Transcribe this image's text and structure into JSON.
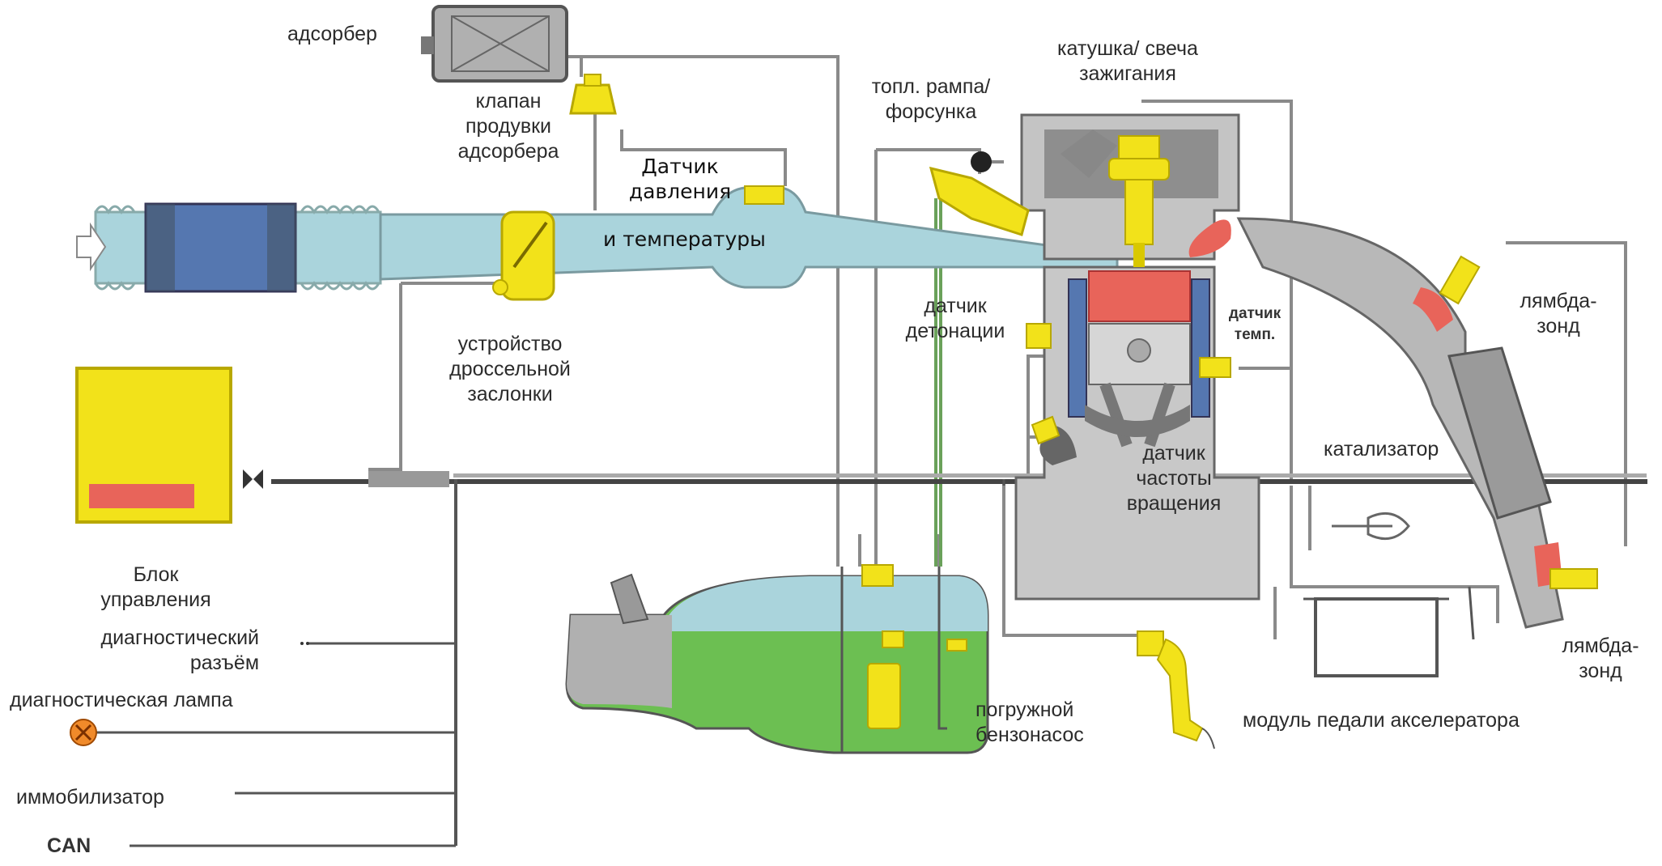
{
  "labels": {
    "adsorber": "адсорбер",
    "purge_valve": "клапан\nпродувки\nадсорбера",
    "pressure_sensor_top": "Датчик\nдавления",
    "pressure_sensor_bottom": "и температуры",
    "fuel_rail": "топл. рампа/\nфорсунка",
    "coil": "катушка/ свеча\nзажигания",
    "throttle": "устройство\nдроссельной\nзаслонки",
    "knock_sensor": "датчик\nдетонации",
    "temp_sensor": "датчик\nтемп.",
    "lambda_upper": "лямбда-\nзонд",
    "catalyst": "катализатор",
    "rpm_sensor": "датчик\nчастоты\nвращения",
    "ecu": "Блок\nуправления",
    "diag_connector": "диагностический\nразъём",
    "diag_lamp": "диагностическая лампа",
    "immobilizer": "иммобилизатор",
    "can": "CAN",
    "fuel_pump": "погружной\nбензонасос",
    "pedal_module": "модуль педали акселератора",
    "lambda_lower": "лямбда-\nзонд"
  },
  "colors": {
    "intake_air": "#aad4dc",
    "sensor_yellow": "#f2e21a",
    "engine_gray": "#c4c4c4",
    "hot_red": "#e8645a",
    "fuel_green": "#6cbf52",
    "bus_gray": "#555555",
    "filter_blue": "#5577b0"
  }
}
